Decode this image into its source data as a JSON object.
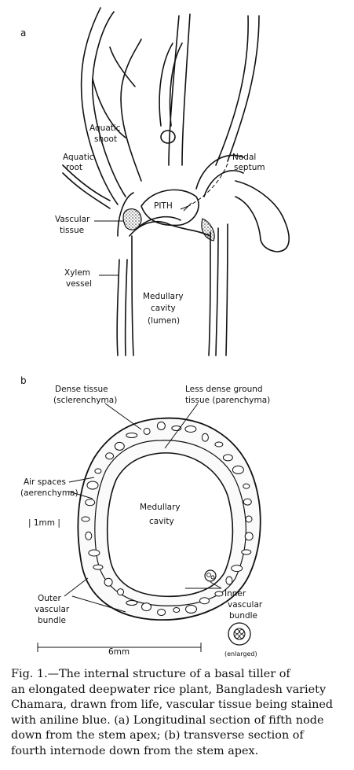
{
  "panel_a": {
    "letter": "a",
    "labels": {
      "aquatic_shoot": [
        "Aquatic",
        "shoot"
      ],
      "aquatic_root": [
        "Aquatic",
        "root"
      ],
      "nodal_septum": [
        "Nodal",
        "septum"
      ],
      "pith": "PITH",
      "vascular_tissue": [
        "Vascular",
        "tissue"
      ],
      "xylem_vessel": [
        "Xylem",
        "vessel"
      ],
      "medullary_cavity": [
        "Medullary",
        "cavity",
        "(lumen)"
      ]
    }
  },
  "panel_b": {
    "letter": "b",
    "labels": {
      "dense_tissue": [
        "Dense tissue",
        "(sclerenchyma)"
      ],
      "ground_tissue": [
        "Less dense ground",
        "tissue  (parenchyma)"
      ],
      "air_spaces": [
        "Air spaces",
        "(aerenchyma)"
      ],
      "scale_1mm": "| 1mm |",
      "medullary_cavity": [
        "Medullary",
        "cavity"
      ],
      "outer_bundle": [
        "Outer",
        "vascular",
        "bundle"
      ],
      "inner_bundle": [
        "Inner",
        "vascular",
        "bundle"
      ],
      "enlarged": "(enlarged)",
      "scale_6mm": "6mm"
    }
  },
  "caption": {
    "lines": [
      "Fig. 1.—The internal structure of a basal tiller of",
      "an elongated deepwater rice plant, Bangladesh variety",
      "Chamara, drawn from life, vascular tissue being stained",
      "with aniline blue. (a) Longitudinal section of fifth node",
      "down from the stem apex; (b) transverse section of",
      "fourth internode down from the stem apex."
    ]
  }
}
